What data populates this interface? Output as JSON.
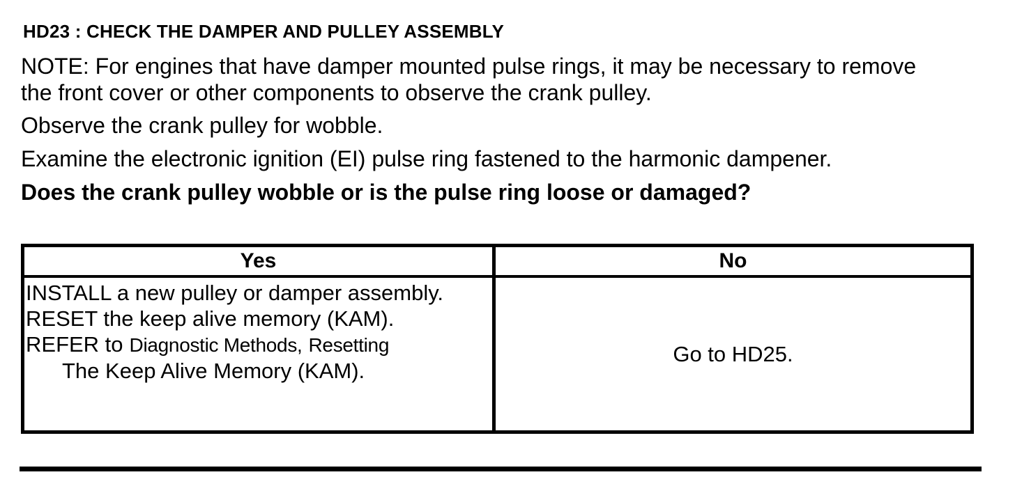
{
  "colors": {
    "text": "#000000",
    "background": "#ffffff",
    "border": "#000000"
  },
  "heading": "HD23 : CHECK THE DAMPER AND PULLEY ASSEMBLY",
  "note": {
    "lines": [
      "NOTE: For engines that have damper mounted pulse rings, it may be necessary to remove",
      "the front cover or other components to observe the crank pulley."
    ]
  },
  "instructions": {
    "observe": "Observe the crank pulley for wobble.",
    "examine": "Examine the electronic ignition (EI) pulse ring fastened to the harmonic dampener."
  },
  "question": "Does the crank pulley wobble or is the pulse ring loose or damaged?",
  "decision_table": {
    "columns": [
      {
        "header": "Yes"
      },
      {
        "header": "No"
      }
    ],
    "yes_cell": {
      "line1": "INSTALL a new pulley or damper assembly.",
      "line2": "RESET the keep alive memory (KAM).",
      "line3_action": "REFER to",
      "line3_reference": "Diagnostic Methods,",
      "line3_topic": "Resetting",
      "line4": "The Keep Alive Memory (KAM)."
    },
    "no_cell": "Go to HD25."
  }
}
